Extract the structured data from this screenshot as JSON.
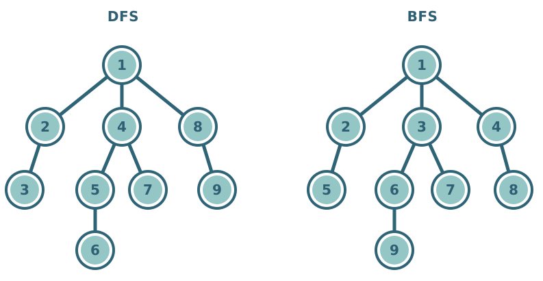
{
  "colors": {
    "edge": "#2f6476",
    "node_outer": "#2f6476",
    "node_ring": "#ffffff",
    "node_fill": "#93c6c5",
    "label": "#2f5f73"
  },
  "trees": [
    {
      "id": "dfs",
      "title": "DFS",
      "nodes": [
        {
          "id": "n1",
          "label": "1"
        },
        {
          "id": "n2",
          "label": "2"
        },
        {
          "id": "n4",
          "label": "4"
        },
        {
          "id": "n8",
          "label": "8"
        },
        {
          "id": "n3",
          "label": "3"
        },
        {
          "id": "n5",
          "label": "5"
        },
        {
          "id": "n7",
          "label": "7"
        },
        {
          "id": "n9",
          "label": "9"
        },
        {
          "id": "n6",
          "label": "6"
        }
      ],
      "edges": [
        [
          "n1",
          "n2"
        ],
        [
          "n1",
          "n4"
        ],
        [
          "n1",
          "n8"
        ],
        [
          "n2",
          "n3"
        ],
        [
          "n4",
          "n5"
        ],
        [
          "n4",
          "n7"
        ],
        [
          "n8",
          "n9"
        ],
        [
          "n5",
          "n6"
        ]
      ]
    },
    {
      "id": "bfs",
      "title": "BFS",
      "nodes": [
        {
          "id": "n1",
          "label": "1"
        },
        {
          "id": "n2",
          "label": "2"
        },
        {
          "id": "n3",
          "label": "3"
        },
        {
          "id": "n4",
          "label": "4"
        },
        {
          "id": "n5",
          "label": "5"
        },
        {
          "id": "n6",
          "label": "6"
        },
        {
          "id": "n7",
          "label": "7"
        },
        {
          "id": "n8",
          "label": "8"
        },
        {
          "id": "n9",
          "label": "9"
        }
      ],
      "edges": [
        [
          "n1",
          "n2"
        ],
        [
          "n1",
          "n3"
        ],
        [
          "n1",
          "n4"
        ],
        [
          "n2",
          "n5"
        ],
        [
          "n3",
          "n6"
        ],
        [
          "n3",
          "n7"
        ],
        [
          "n4",
          "n8"
        ],
        [
          "n6",
          "n9"
        ]
      ]
    }
  ]
}
